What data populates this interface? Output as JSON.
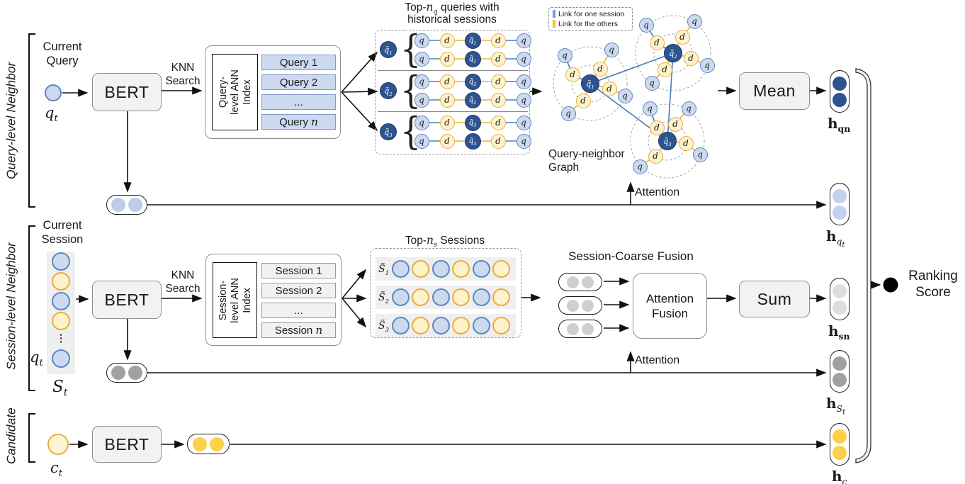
{
  "colors": {
    "light_blue_fill": "#cdd9ef",
    "blue_border": "#5b87c5",
    "dark_blue": "#2d5491",
    "yellow_fill": "#fdf2cc",
    "yellow_border": "#e8ae3c",
    "box_fill": "#f2f2f2",
    "link_blue": "#4f81bd",
    "link_yellow": "#e9b63c",
    "gray_dot": "#a3a09e",
    "light_gray_dot": "#dedede",
    "fusion_dot": "#cfcfcf",
    "yellow_dot": "#fbd04a",
    "light_blue_dot": "#bccde9",
    "legend_blue": "#6d9eeb",
    "legend_yellow": "#f1c232"
  },
  "query_row": {
    "side_label": "Query-level Neighbor",
    "input_label_l1": "Current",
    "input_label_l2": "Query",
    "symbol": {
      "base": "q",
      "sub": "t"
    },
    "bert": "BERT",
    "knn_l1": "KNN",
    "knn_l2": "Search",
    "ann": {
      "rot_l1": "Query-",
      "rot_l2": "level ANN",
      "rot_l3": "Index",
      "rows": [
        {
          "t": "Query 1"
        },
        {
          "t": "Query 2"
        },
        {
          "t": "..."
        },
        {
          "t": "Query ",
          "m": "n"
        }
      ]
    },
    "top_title": {
      "p1": "Top-",
      "m": "n",
      "msub": "q",
      "p2": " queries with",
      "l2": "historical sessions"
    },
    "groups": [
      {
        "base": "q̃",
        "sub": "1"
      },
      {
        "base": "q̃",
        "sub": "2"
      },
      {
        "base": "q̃",
        "sub": "3"
      }
    ],
    "chain": {
      "q": "q",
      "d": "d"
    },
    "graph": {
      "legend": [
        {
          "label": "Link for one session"
        },
        {
          "label": "Link for the others"
        }
      ],
      "caption_l1": "Query-neighbor",
      "caption_l2": "Graph",
      "q": "q",
      "d": "d"
    },
    "mean": "Mean",
    "attention": "Attention",
    "h_qn": {
      "base": "h",
      "sub": "qn"
    },
    "h_qt": {
      "base": "h",
      "sub": "q",
      "subsub": "t"
    }
  },
  "session_row": {
    "side_label": "Session-level Neighbor",
    "input_label_l1": "Current",
    "input_label_l2": "Session",
    "qt": {
      "base": "q",
      "sub": "t"
    },
    "St": {
      "base": "S",
      "sub": "t"
    },
    "vdots": "⋮",
    "bert": "BERT",
    "knn_l1": "KNN",
    "knn_l2": "Search",
    "ann": {
      "rot_l1": "Session-",
      "rot_l2": "level ANN",
      "rot_l3": "Index",
      "rows": [
        {
          "t": "Session 1"
        },
        {
          "t": "Session 2"
        },
        {
          "t": "..."
        },
        {
          "t": "Session ",
          "m": "n"
        }
      ]
    },
    "top_title": {
      "p1": "Top-",
      "m": "n",
      "msub": "s",
      "p2": " Sessions"
    },
    "sessions": [
      {
        "base": "S̃",
        "sub": "1"
      },
      {
        "base": "S̃",
        "sub": "2"
      },
      {
        "base": "S̃",
        "sub": "3"
      }
    ],
    "fusion_title": "Session-Coarse Fusion",
    "attn_fusion_l1": "Attention",
    "attn_fusion_l2": "Fusion",
    "sum": "Sum",
    "attention": "Attention",
    "h_sn": {
      "base": "h",
      "sub": "sn"
    },
    "h_St": {
      "base": "h",
      "sub": "S",
      "subsub": "t"
    }
  },
  "candidate_row": {
    "side_label": "Candidate",
    "symbol": {
      "base": "c",
      "sub": "t"
    },
    "bert": "BERT",
    "h_c": {
      "base": "h",
      "sub": "c"
    }
  },
  "output": {
    "ranking_l1": "Ranking",
    "ranking_l2": "Score"
  }
}
